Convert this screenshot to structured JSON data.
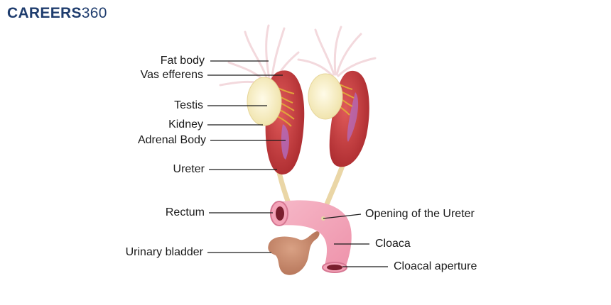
{
  "brand": {
    "bold": "CAREERS",
    "light": "360"
  },
  "labels": {
    "fat_body": "Fat body",
    "vas_efferens": "Vas efferens",
    "testis": "Testis",
    "kidney": "Kidney",
    "adrenal_body": "Adrenal Body",
    "ureter": "Ureter",
    "rectum": "Rectum",
    "urinary_bladder": "Urinary bladder",
    "opening_of_ureter": "Opening of the Ureter",
    "cloaca": "Cloaca",
    "cloacal_aperture": "Cloacal aperture"
  }
}
